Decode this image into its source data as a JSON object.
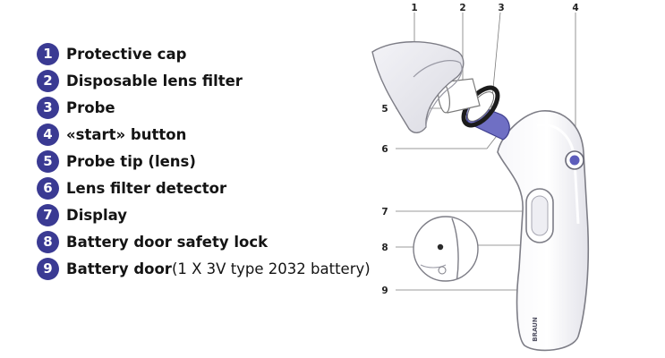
{
  "legend": {
    "items": [
      {
        "number": "1",
        "label": "Protective cap"
      },
      {
        "number": "2",
        "label": "Disposable lens filter"
      },
      {
        "number": "3",
        "label": "Probe"
      },
      {
        "number": "4",
        "label": "«start» button"
      },
      {
        "number": "5",
        "label": "Probe tip (lens)"
      },
      {
        "number": "6",
        "label": "Lens filter detector"
      },
      {
        "number": "7",
        "label": "Display"
      },
      {
        "number": "8",
        "label": "Battery door safety lock"
      },
      {
        "number": "9",
        "label": "Battery door",
        "note": " (1 X 3V type 2032 battery)"
      }
    ]
  },
  "diagram": {
    "callouts": [
      "1",
      "2",
      "3",
      "4",
      "5",
      "6",
      "7",
      "8",
      "9"
    ],
    "brand_mark": "BRAUN"
  },
  "colors": {
    "accent": "#3a3a93",
    "probe": "#6f6fc4",
    "outline": "#7d7d86"
  }
}
